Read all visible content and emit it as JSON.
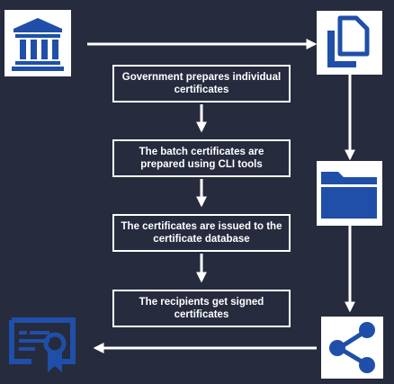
{
  "steps": [
    "Government prepares individual certificates",
    "The batch certificates are prepared using CLI tools",
    "The certificates are issued to the certificate database",
    "The recipients get signed certificates"
  ],
  "icons": {
    "government": "government-building-icon",
    "documents": "documents-icon",
    "folder": "folder-icon",
    "share": "share-icon",
    "certificate": "certificate-icon"
  },
  "colors": {
    "background": "#262b3e",
    "icon_blue": "#1f4fa8",
    "white": "#ffffff"
  }
}
